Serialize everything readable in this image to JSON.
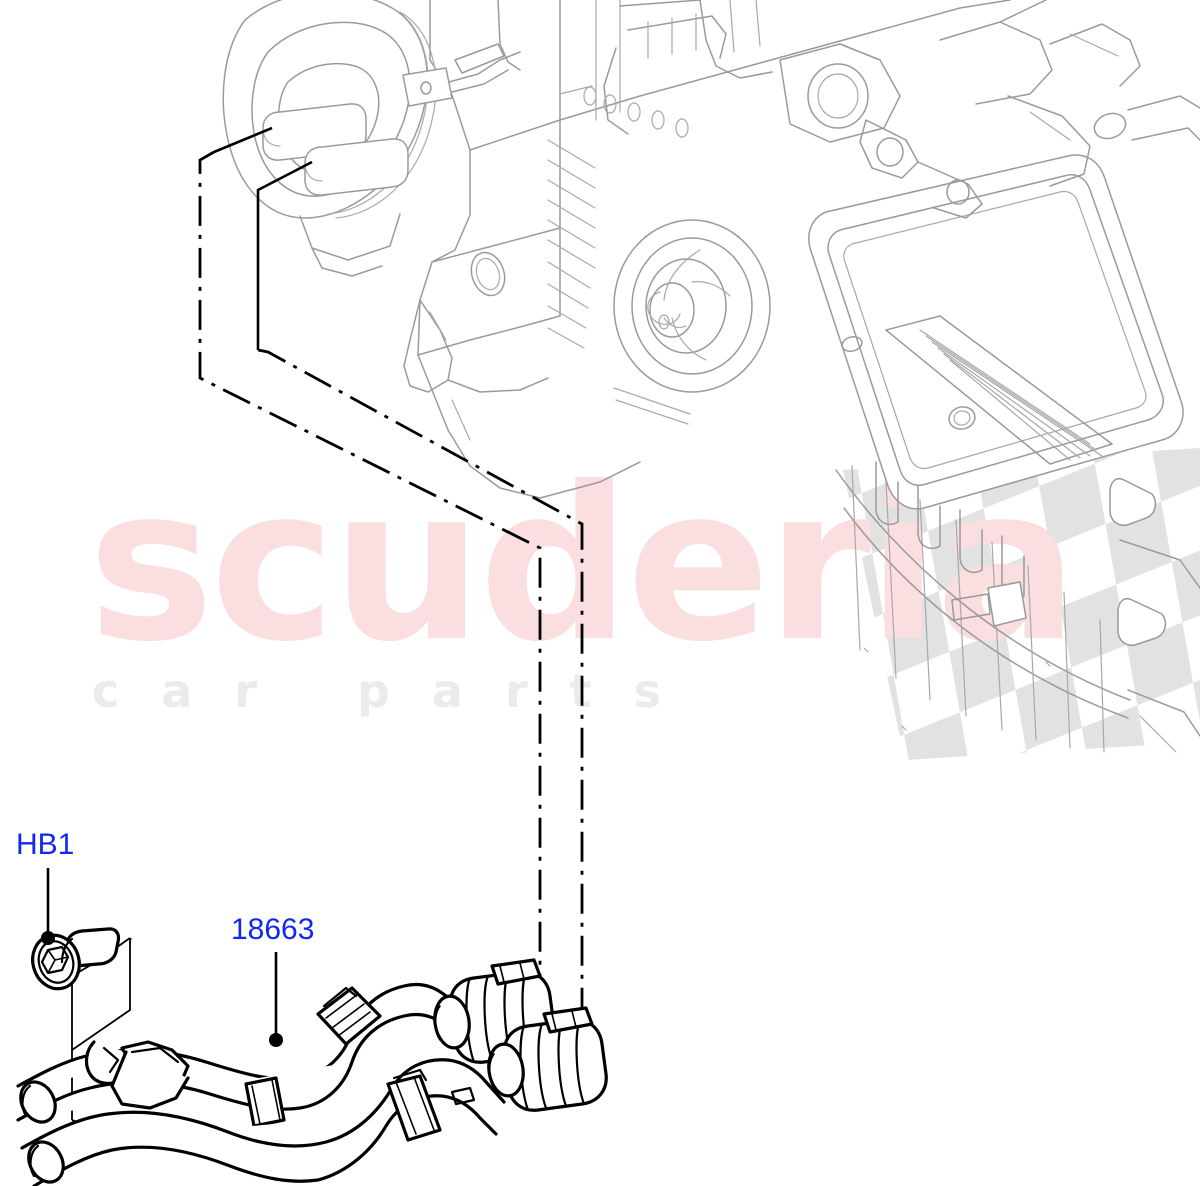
{
  "document": {
    "type": "automotive-parts-exploded-diagram",
    "subject": "Heater hoses / HVAC unit connection",
    "background_color": "#ffffff"
  },
  "watermark": {
    "brand_text": "scuderia",
    "tagline_text": "car parts",
    "brand_color": "#fadee0",
    "tagline_color": "#ebebeb",
    "flag_pattern": "checkered-flag",
    "flag_color": "#e2e2e2"
  },
  "callouts": [
    {
      "id": "hb1",
      "label": "HB1",
      "color": "#1028f0",
      "points_to": "retaining-bolt",
      "description": "Hex flange bolt fixing the hose bracket"
    },
    {
      "id": "18663",
      "label": "18663",
      "color": "#1028f0",
      "points_to": "heater-hose-assembly",
      "description": "Heater hose assembly"
    }
  ],
  "parts": {
    "hose_assembly": {
      "name": "heater-hose-assembly",
      "part_number": "18663",
      "line_color": "#000000"
    },
    "bolt": {
      "name": "retaining-bolt",
      "reference": "HB1",
      "line_color": "#000000"
    }
  },
  "ghost_assembly": {
    "name": "hvac-heater-air-conditioning-unit",
    "line_color": "#9a9a9a",
    "features": [
      "blower-housing-left",
      "heater-core-pipe-stub-upper",
      "heater-core-pipe-stub-lower",
      "recirculation-duct-opening",
      "evaporator-cover-panel",
      "air-distribution-vents",
      "actuator-motors",
      "mounting-brackets"
    ]
  },
  "leader_lines": {
    "style": "chain-dash-dot",
    "color": "#000000",
    "count": 2,
    "description": "Two chain lines route from the heater core pipe stubs down to the hose quick-connect fittings"
  }
}
